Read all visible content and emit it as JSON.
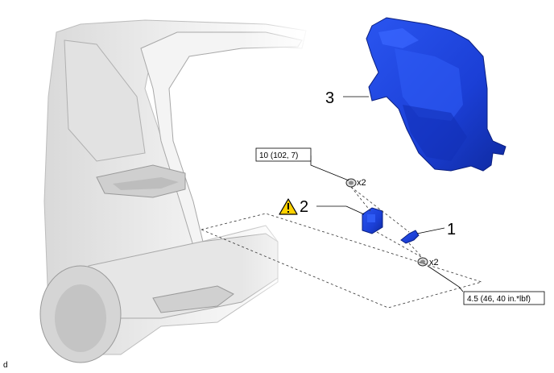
{
  "callouts": {
    "part1": "1",
    "part2": "2",
    "part3": "3"
  },
  "torque": {
    "upper": "10 (102, 7)",
    "lower": "4.5 (46, 40 in.*lbf)"
  },
  "quantity": {
    "upper": "x2",
    "lower": "x2"
  },
  "warning_icon": "warning-triangle-icon",
  "figure_code": "d",
  "colors": {
    "part_blue": "#1b3fd6",
    "part_blue_dark": "#0f2aa0",
    "warning_yellow": "#ffd200"
  }
}
